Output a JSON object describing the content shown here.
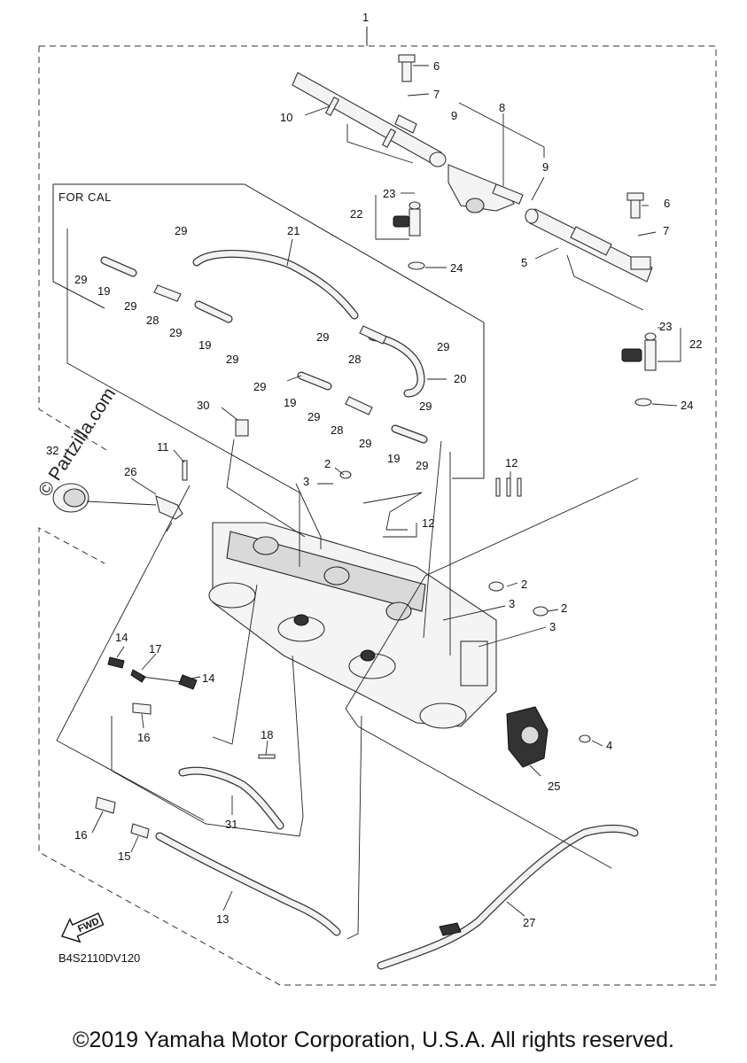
{
  "diagram_code": "B4S2110DV120",
  "region_label": "FOR CAL",
  "watermark": "© Partzilla.com",
  "fwd_label": "FWD",
  "copyright": "©2019 Yamaha Motor Corporation, U.S.A. All rights reserved.",
  "callouts": [
    "1",
    "2",
    "3",
    "4",
    "5",
    "6",
    "7",
    "8",
    "9",
    "10",
    "11",
    "12",
    "13",
    "14",
    "15",
    "16",
    "17",
    "18",
    "19",
    "20",
    "21",
    "22",
    "23",
    "24",
    "25",
    "26",
    "27",
    "28",
    "29",
    "30",
    "31",
    "32"
  ]
}
